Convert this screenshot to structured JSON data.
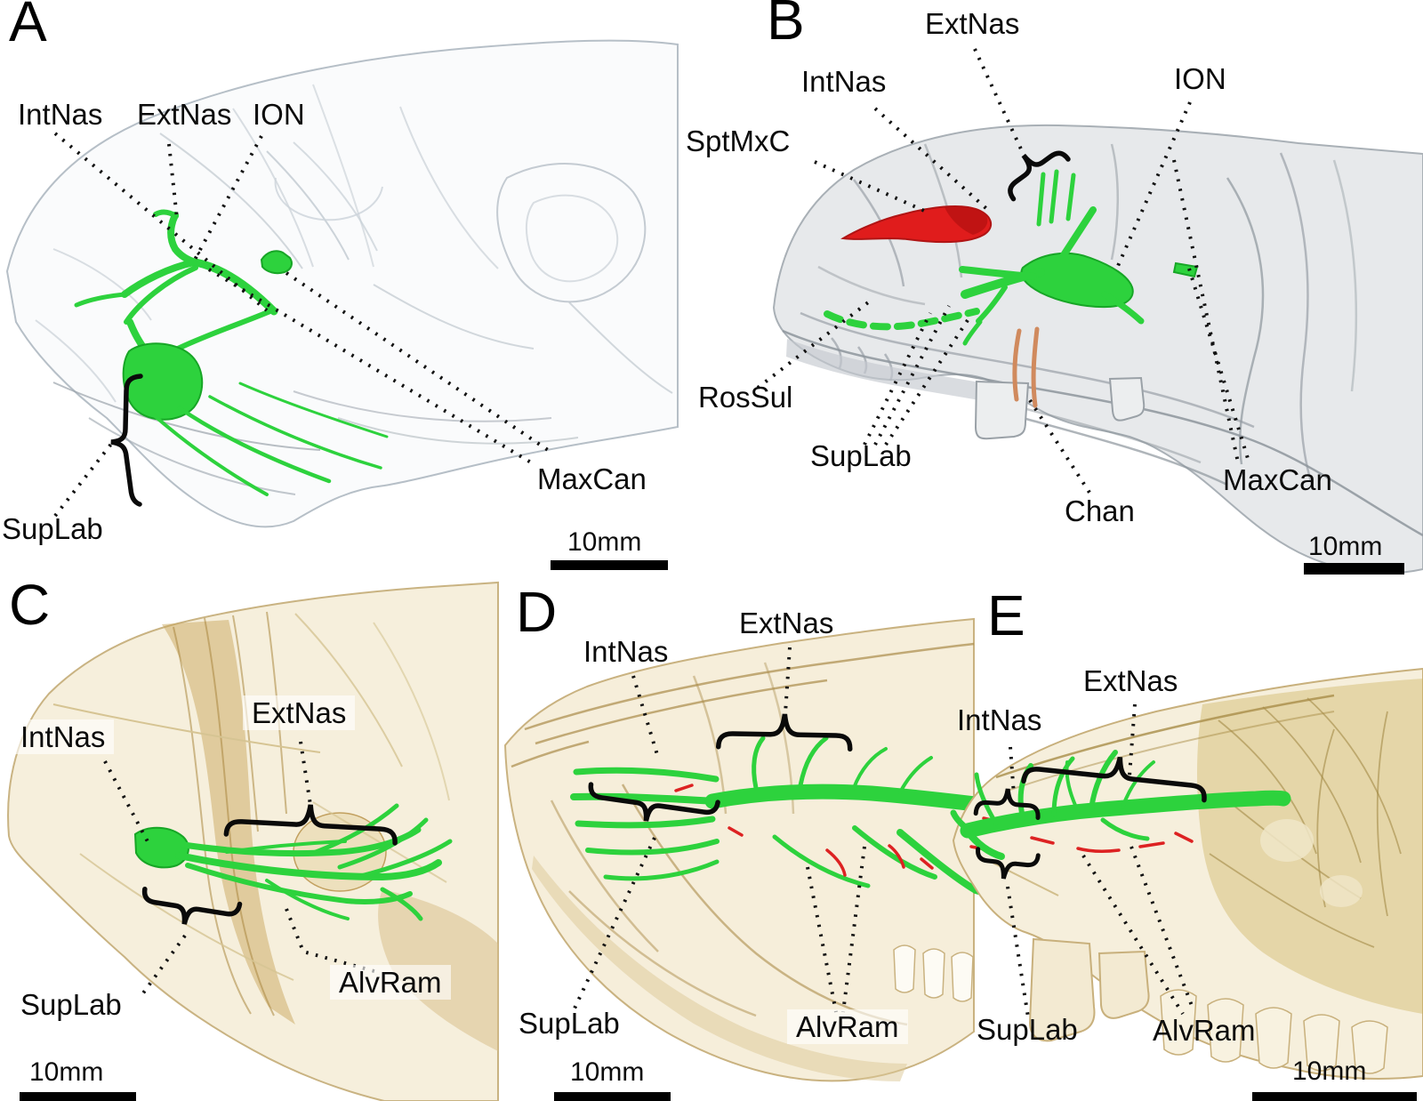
{
  "figure_type": "ct-skull-nerve-reconstruction-figure",
  "colors": {
    "nerve_green": "#2dd23d",
    "nerve_green_dark": "#17a626",
    "canal_red": "#e01c1c",
    "channel_orange": "#d08a5e",
    "bone_gray_fill": "#e7e9eb",
    "bone_gray_line": "#a9b0b6",
    "bone_tan_fill": "#f6efdc",
    "bone_tan_line": "#c9b382",
    "label_color": "#0b0b0b"
  },
  "panels": {
    "a": {
      "letter": "A",
      "labels": {
        "intnas": "IntNas",
        "extnas": "ExtNas",
        "ion": "ION",
        "maxcan": "MaxCan",
        "suplab": "SupLab"
      },
      "scale_label": "10mm"
    },
    "b": {
      "letter": "B",
      "labels": {
        "extnas": "ExtNas",
        "intnas": "IntNas",
        "sptmxc": "SptMxC",
        "ion": "ION",
        "rossul": "RosSul",
        "suplab": "SupLab",
        "chan": "Chan",
        "maxcan": "MaxCan"
      },
      "scale_label": "10mm"
    },
    "c": {
      "letter": "C",
      "labels": {
        "intnas": "IntNas",
        "extnas": "ExtNas",
        "suplab": "SupLab",
        "alvram": "AlvRam"
      },
      "scale_label": "10mm"
    },
    "d": {
      "letter": "D",
      "labels": {
        "intnas": "IntNas",
        "extnas": "ExtNas",
        "suplab": "SupLab",
        "alvram": "AlvRam"
      },
      "scale_label": "10mm"
    },
    "e": {
      "letter": "E",
      "labels": {
        "extnas": "ExtNas",
        "intnas": "IntNas",
        "suplab": "SupLab",
        "alvram": "AlvRam"
      },
      "scale_label": "10mm"
    }
  }
}
